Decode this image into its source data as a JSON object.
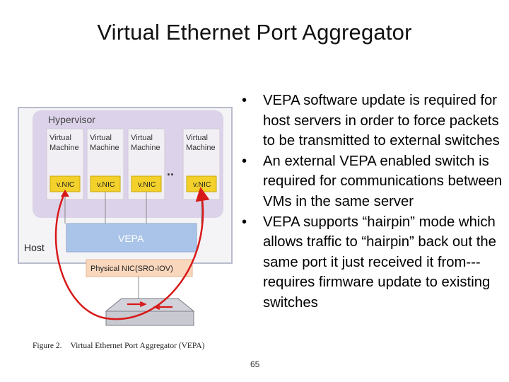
{
  "slide": {
    "title": "Virtual Ethernet Port Aggregator",
    "page_number": "65"
  },
  "bullets": [
    "VEPA software update is required for host servers in order to force packets to be transmitted to external switches",
    "An external VEPA enabled switch is required for communications between VMs in the same server",
    "VEPA supports “hairpin” mode which allows traffic to “hairpin” back out the same port it just received it from--- requires firmware update to existing switches"
  ],
  "diagram": {
    "host_label": "Host",
    "hypervisor_label": "Hypervisor",
    "vm_label_line1": "Virtual",
    "vm_label_line2": "Machine",
    "vnic_label": "v.NIC",
    "ellipsis": "..",
    "vepa_label": "VEPA",
    "pnic_label": "Physical NIC(SRO-IOV)",
    "caption_figure": "Figure 2.",
    "caption_text": "Virtual Ethernet Port Aggregator (VEPA)",
    "colors": {
      "host_bg": "#f4f4f6",
      "host_border": "#b8bccc",
      "hypervisor_bg": "#dcd3ea",
      "vm_bg": "#f1eff3",
      "vnic_bg": "#f3d12a",
      "vepa_bg": "#a9c4e8",
      "pnic_bg": "#f9d7bd",
      "hairpin": "#d8191a"
    }
  }
}
